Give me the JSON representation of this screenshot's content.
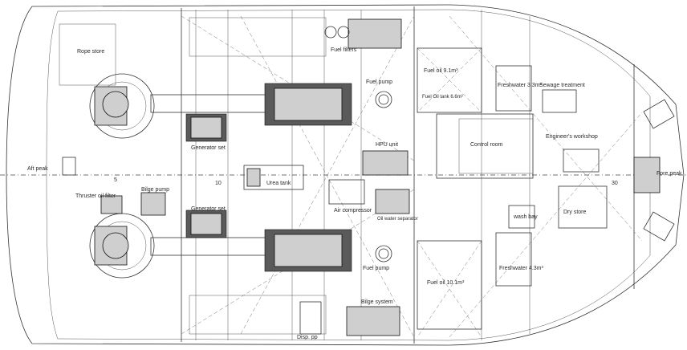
{
  "rooms": {
    "rope_store": "Rope store",
    "fuel_filters": "Fuel filters",
    "fuel_pump_top": "Fuel pump",
    "fuel_oil_top": "Fuel oil 9.1m³",
    "fuel_oil_top2": "Fuel Oil tank 6.6m³",
    "freshwater_top": "Freshwater 3.3m³",
    "sewage_treatment": "Sewage treatment",
    "engineers_workshop": "Engineer's workshop",
    "control_room": "Control room",
    "generator_set_top": "Generator set",
    "generator_set_bottom": "Generator set",
    "urea_tank": "Urea tank",
    "hpu_unit": "HPU unit",
    "aft_peak": "Aft peak",
    "fore_peak": "Fore peak",
    "thruster_oil_filter": "Thruster oil filter",
    "bilge_pump_top": "Bilge pump",
    "air_compressor": "Air compressor",
    "oil_water_separator": "Oil water separator",
    "wash_basin": "wash bay",
    "dry_store": "Dry store",
    "fuel_pump_bottom": "Fuel pump",
    "fuel_oil_bottom": "Fuel oil 10.1m³",
    "freshwater_bottom": "Freshwater 4.3m³",
    "bilge_system": "Bilge system",
    "disp_pump": "Disp. pp",
    "frame_5": "5",
    "frame_10": "10",
    "frame_30": "30"
  },
  "colors": {
    "line": "#333333",
    "equipment_fill": "#cfcfcf",
    "background": "#ffffff"
  }
}
